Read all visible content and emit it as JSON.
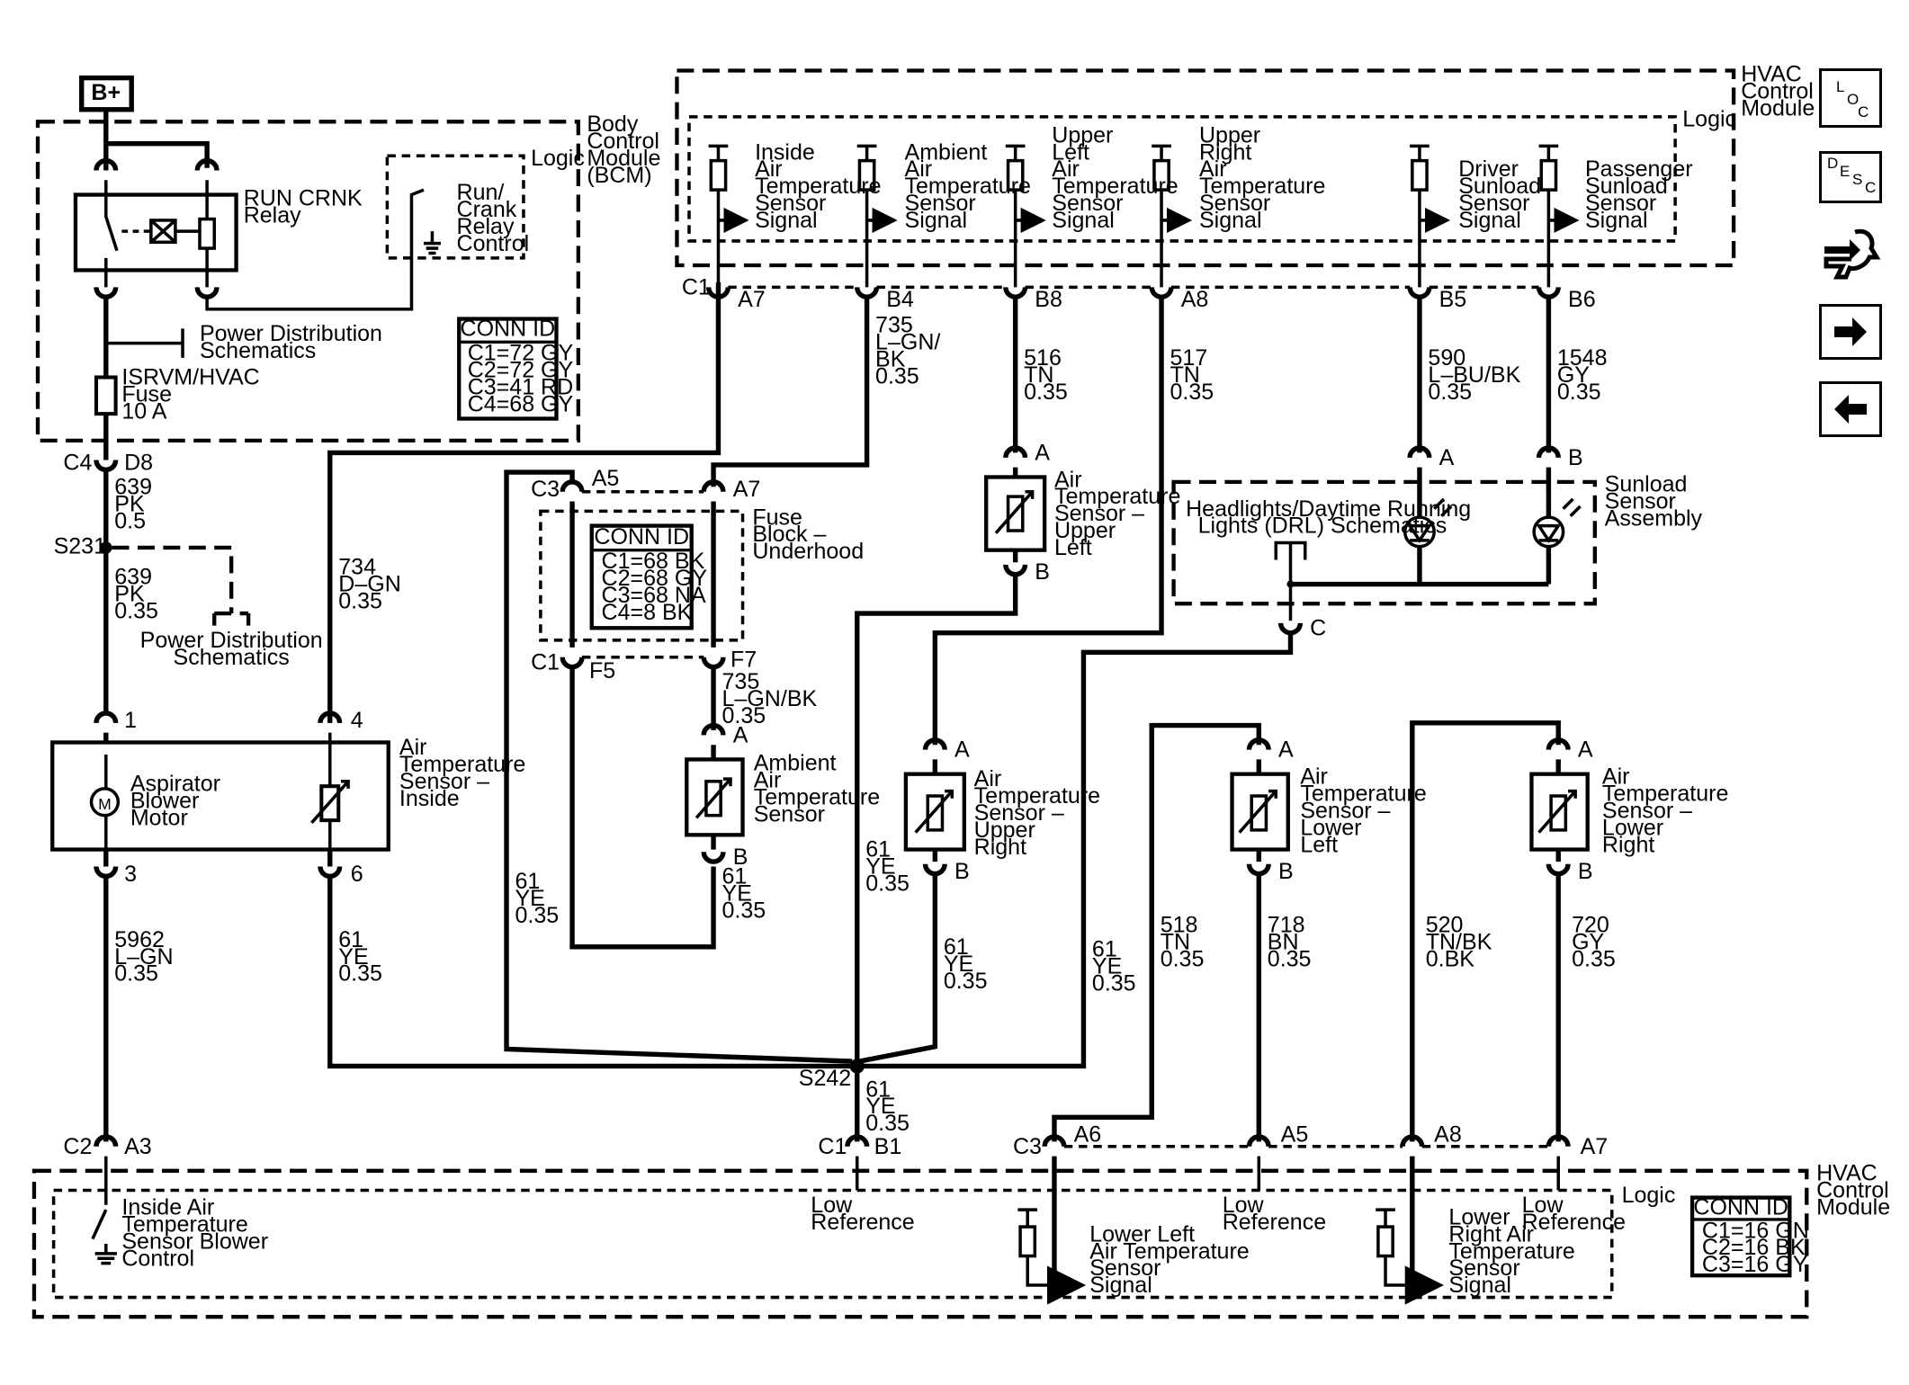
{
  "nav": {
    "loc": [
      "L",
      "O",
      "C"
    ],
    "desc": [
      "D",
      "E",
      "S",
      "C"
    ]
  },
  "labels": {
    "b_plus": "B+",
    "bcm": [
      "Body",
      "Control",
      "Module",
      "(BCM)"
    ],
    "logic": "Logic",
    "run_crnk_relay": [
      "RUN CRNK",
      "Relay"
    ],
    "run_crank_relay_control": [
      "Run/",
      "Crank",
      "Relay",
      "Control"
    ],
    "power_dist_1": [
      "Power Distribution",
      "Schematics"
    ],
    "power_dist_2": [
      "Power Distribution",
      "Schematics"
    ],
    "isrvm_fuse": [
      "ISRVM/HVAC",
      "Fuse",
      "10 A"
    ],
    "conn_bcm": {
      "title": "CONN ID",
      "rows": [
        "C1=72 GY",
        "C2=72 GY",
        "C3=41 RD",
        "C4=68 GY"
      ]
    },
    "conn_fuse": {
      "title": "CONN ID",
      "rows": [
        "C1=68 BK",
        "C2=68 GY",
        "C3=68 NA",
        "C4=8 BK"
      ]
    },
    "conn_hvac": {
      "title": "CONN ID",
      "rows": [
        "C1=16 GN",
        "C2=16 BK",
        "C3=16 GY"
      ]
    },
    "hvac_top": [
      "HVAC",
      "Control",
      "Module"
    ],
    "hvac_bottom": [
      "HVAC",
      "Control",
      "Module"
    ],
    "sig_inside": [
      "Inside",
      "Air",
      "Temperature",
      "Sensor",
      "Signal"
    ],
    "sig_ambient": [
      "Ambient",
      "Air",
      "Temperature",
      "Sensor",
      "Signal"
    ],
    "sig_upper_left": [
      "Upper",
      "Left",
      "Air",
      "Temperature",
      "Sensor",
      "Signal"
    ],
    "sig_upper_right": [
      "Upper",
      "Right",
      "Air",
      "Temperature",
      "Sensor",
      "Signal"
    ],
    "sig_driver_sunload": [
      "Driver",
      "Sunload",
      "Sensor",
      "Signal"
    ],
    "sig_pass_sunload": [
      "Passenger",
      "Sunload",
      "Sensor",
      "Signal"
    ],
    "fuse_block": [
      "Fuse",
      "Block –",
      "Underhood"
    ],
    "ambient_sensor": [
      "Ambient",
      "Air",
      "Temperature",
      "Sensor"
    ],
    "aspirator": [
      "Aspirator",
      "Blower",
      "Motor"
    ],
    "inside_sensor": [
      "Air",
      "Temperature",
      "Sensor –",
      "Inside"
    ],
    "upper_left_sensor": [
      "Air",
      "Temperature",
      "Sensor –",
      "Upper",
      "Left"
    ],
    "upper_right_sensor": [
      "Air",
      "Temperature",
      "Sensor –",
      "Upper",
      "Right"
    ],
    "lower_left_sensor": [
      "Air",
      "Temperature",
      "Sensor –",
      "Lower",
      "Left"
    ],
    "lower_right_sensor": [
      "Air",
      "Temperature",
      "Sensor –",
      "Lower",
      "Right"
    ],
    "headlights": [
      "Headlights/Daytime Running",
      "Lights (DRL) Schematics"
    ],
    "sunload_assembly": [
      "Sunload",
      "Sensor",
      "Assembly"
    ],
    "inside_blower_ctrl": [
      "Inside Air",
      "Temperature",
      "Sensor Blower",
      "Control"
    ],
    "low_ref_1": [
      "Low",
      "Reference"
    ],
    "low_ref_2": [
      "Low",
      "Reference"
    ],
    "low_ref_3": [
      "Low",
      "Reference"
    ],
    "lower_left_sig": [
      "Lower Left",
      "Air Temperature",
      "Sensor",
      "Signal"
    ],
    "lower_right_sig": [
      "Lower",
      "Right Air",
      "Temperature",
      "Sensor",
      "Signal"
    ]
  },
  "wires": {
    "w639a": [
      "639",
      "PK",
      "0.5"
    ],
    "w639b": [
      "639",
      "PK",
      "0.35"
    ],
    "w734": [
      "734",
      "D–GN",
      "0.35"
    ],
    "w735a": [
      "735",
      "L–GN/",
      "BK",
      "0.35"
    ],
    "w735b": [
      "735",
      "L–GN/BK",
      "0.35"
    ],
    "w516": [
      "516",
      "TN",
      "0.35"
    ],
    "w517": [
      "517",
      "TN",
      "0.35"
    ],
    "w590": [
      "590",
      "L–BU/BK",
      "0.35"
    ],
    "w1548": [
      "1548",
      "GY",
      "0.35"
    ],
    "w5962": [
      "5962",
      "L–GN",
      "0.35"
    ],
    "w61_inside": [
      "61",
      "YE",
      "0.35"
    ],
    "w61_fuse": [
      "61",
      "YE",
      "0.35"
    ],
    "w61_amb": [
      "61",
      "YE",
      "0.35"
    ],
    "w61_center": [
      "61",
      "YE",
      "0.35"
    ],
    "w61_ur": [
      "61",
      "YE",
      "0.35"
    ],
    "w61_right": [
      "61",
      "YE",
      "0.35"
    ],
    "w61_bottom": [
      "61",
      "YE",
      "0.35"
    ],
    "w518": [
      "518",
      "TN",
      "0.35"
    ],
    "w718": [
      "718",
      "BN",
      "0.35"
    ],
    "w520": [
      "520",
      "TN/BK",
      "0.BK"
    ],
    "w720": [
      "720",
      "GY",
      "0.35"
    ]
  },
  "connectors": {
    "c1_top": "C1",
    "a7_top": "A7",
    "b4": "B4",
    "b8": "B8",
    "a8_top": "A8",
    "b5": "B5",
    "b6": "B6",
    "c4": "C4",
    "d8": "D8",
    "s231": "S231",
    "s242": "S242",
    "c3_fuse": "C3",
    "a5_fuse": "A5",
    "a7_fuse": "A7",
    "c1_fuse": "C1",
    "f5": "F5",
    "f7": "F7",
    "ul_a": "A",
    "ul_b": "B",
    "amb_a": "A",
    "amb_b": "B",
    "ur_a": "A",
    "ur_b": "B",
    "ll_a": "A",
    "ll_b": "B",
    "lr_a": "A",
    "lr_b": "B",
    "sun_a": "A",
    "sun_b": "B",
    "drl_c": "C",
    "pin1": "1",
    "pin3": "3",
    "pin4": "4",
    "pin6": "6",
    "c2_bot": "C2",
    "a3_bot": "A3",
    "c1_bot": "C1",
    "b1_bot": "B1",
    "c3_bot": "C3",
    "a6_bot": "A6",
    "a5_bot": "A5",
    "a8_bot": "A8",
    "a7_bot": "A7",
    "motor": "M"
  }
}
